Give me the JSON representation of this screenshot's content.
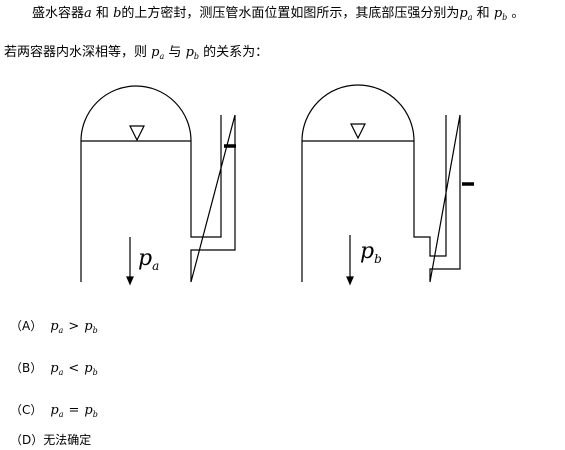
{
  "question": {
    "line1": {
      "t1": "盛水容器",
      "a": "a",
      "t2": "和",
      "b": "b",
      "t3": "的上方密封，测压管水面位置如图所示，其底部压强分别为",
      "p": "p",
      "pa_sub": "a",
      "t4": "和",
      "pb_sub": "b",
      "t5": "。"
    },
    "line2": {
      "t1": "若两容器内水深相等，则",
      "p": "p",
      "pa_sub": "a",
      "t2": "与",
      "pb_sub": "b",
      "t3": "的关系为："
    }
  },
  "figure": {
    "left_label": {
      "p": "p",
      "sub": "a"
    },
    "right_label": {
      "p": "p",
      "sub": "b"
    }
  },
  "options": [
    {
      "label": "（A）",
      "p": "p",
      "lhs": "a",
      "rel": ">",
      "rhs": "b"
    },
    {
      "label": "（B）",
      "p": "p",
      "lhs": "a",
      "rel": "<",
      "rhs": "b"
    },
    {
      "label": "（C）",
      "p": "p",
      "lhs": "a",
      "rel": "=",
      "rhs": "b"
    },
    {
      "label": "（D）",
      "text": "无法确定"
    }
  ]
}
